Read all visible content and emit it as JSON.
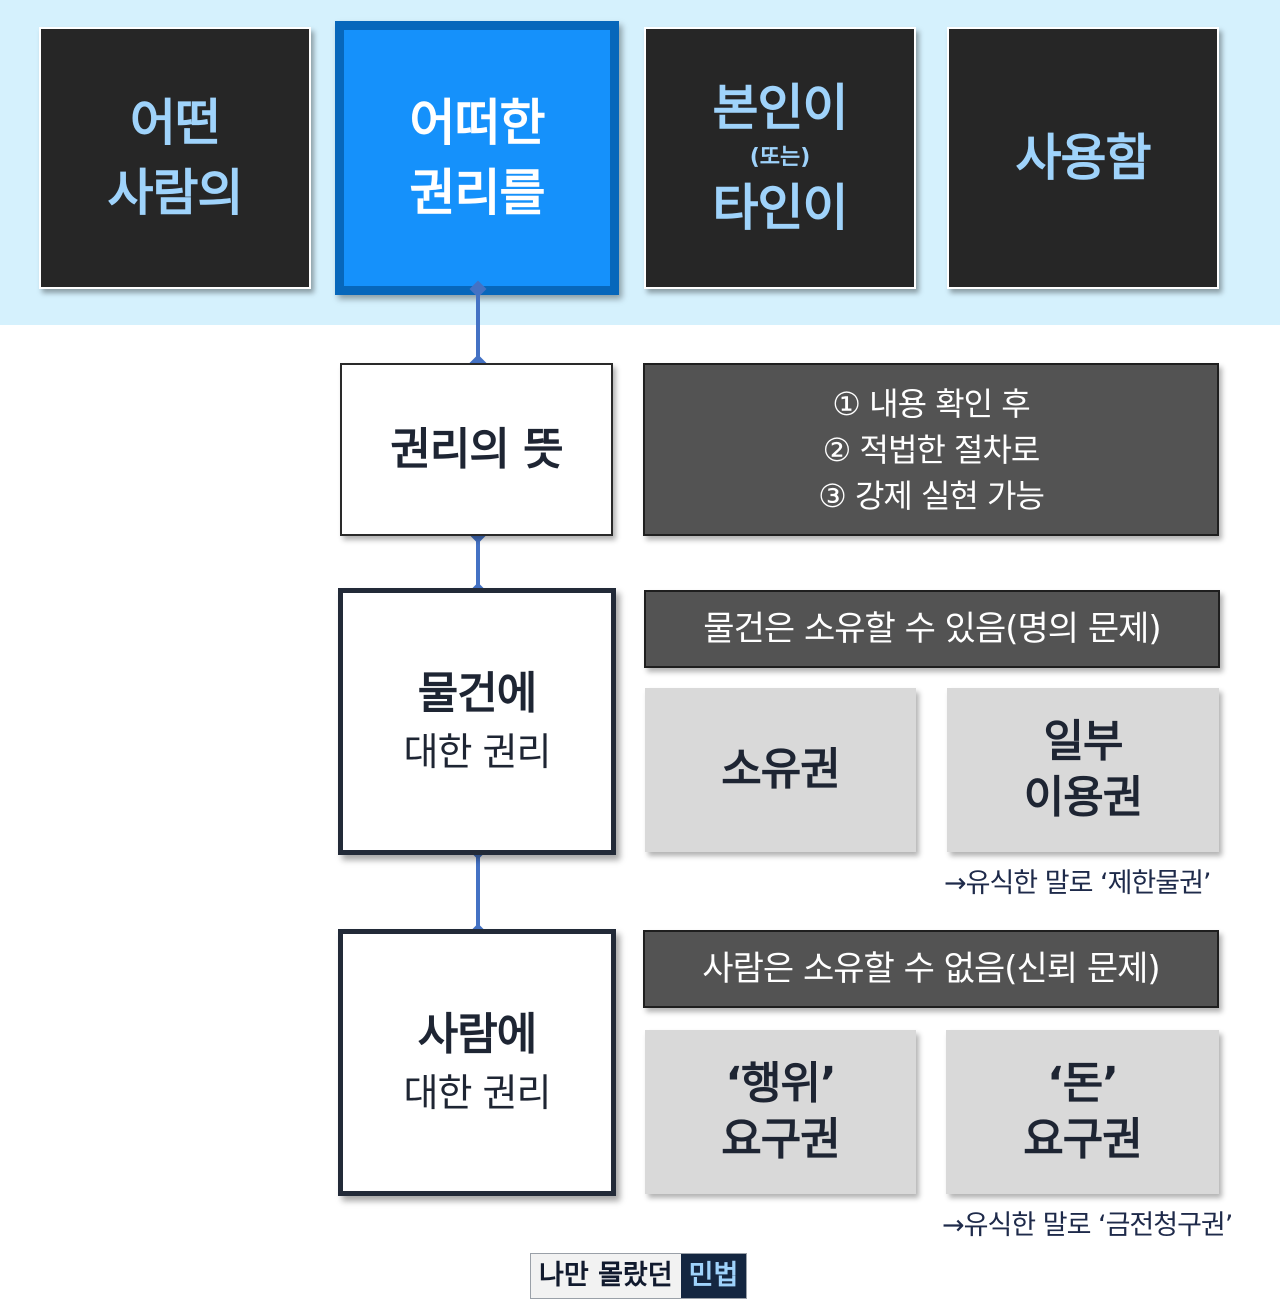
{
  "header_row": {
    "tiles": [
      {
        "lines": [
          "어떤",
          "사람의"
        ]
      },
      {
        "lines": [
          "어떠한",
          "권리를"
        ],
        "highlighted": true
      },
      {
        "lines": [
          "본인이",
          "(또는)",
          "타인이"
        ]
      },
      {
        "lines": [
          "사용함"
        ]
      }
    ]
  },
  "definition": {
    "label": "권리의 뜻",
    "conditions": [
      "① 내용 확인 후",
      "② 적법한 절차로",
      "③ 강제 실현 가능"
    ]
  },
  "property_rights": {
    "label_line1": "물건에",
    "label_line2": "대한 권리",
    "banner": "물건은 소유할 수 있음(명의 문제)",
    "tiles": [
      {
        "lines": [
          "소유권"
        ]
      },
      {
        "lines": [
          "일부",
          "이용권"
        ]
      }
    ],
    "note": "→유식한 말로 ‘제한물권’"
  },
  "personal_rights": {
    "label_line1": "사람에",
    "label_line2": "대한 권리",
    "banner": "사람은 소유할 수 없음(신뢰 문제)",
    "tiles": [
      {
        "lines": [
          "‘행위’",
          "요구권"
        ]
      },
      {
        "lines": [
          "‘돈’",
          "요구권"
        ]
      }
    ],
    "note": "→유식한 말로 ‘금전청구권’"
  },
  "footer": {
    "logo_part1": "나만 몰랐던",
    "logo_part2": "민법"
  },
  "colors": {
    "top_band": "#d5f1fd",
    "dark_tile": "#262626",
    "tile_text": "#9fd3fb",
    "highlight_tile": "#1591fb",
    "highlight_border": "#0767bb",
    "gray_panel": "#535353",
    "light_tile": "#d9d9d9",
    "connector": "#4472c4",
    "logo_dark": "#142640"
  }
}
